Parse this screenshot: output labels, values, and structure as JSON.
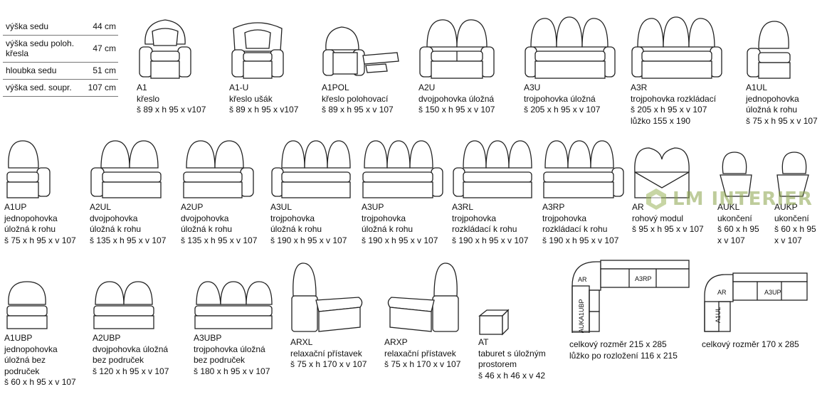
{
  "specs": [
    {
      "label": "výška sedu",
      "value": "44 cm"
    },
    {
      "label": "výška sedu poloh. křesla",
      "value": "47 cm"
    },
    {
      "label": "hloubka sedu",
      "value": "51 cm"
    },
    {
      "label": "výška sed. soupr.",
      "value": "107 cm"
    }
  ],
  "items": {
    "a1": {
      "code": "A1",
      "name": "křeslo",
      "dims": "š 89 x h 95 x v107"
    },
    "a1u": {
      "code": "A1-U",
      "name": "křeslo ušák",
      "dims": "š 89 x h 95 x v107"
    },
    "a1pol": {
      "code": "A1POL",
      "name": "křeslo polohovací",
      "dims": "š 89 x h 95 x v 107"
    },
    "a2u": {
      "code": "A2U",
      "name": "dvojpohovka úložná",
      "dims": "š 150 x h 95 x v 107"
    },
    "a3u": {
      "code": "A3U",
      "name": "trojpohovka úložná",
      "dims": "š 205 x h 95 x v 107"
    },
    "a3r": {
      "code": "A3R",
      "name": "trojpohovka rozkládací",
      "dims": "š 205 x h 95 x v 107",
      "extra": "lůžko 155 x 190"
    },
    "a1ul": {
      "code": "A1UL",
      "name": "jednopohovka",
      "name2": "úložná k rohu",
      "dims": "š 75 x h 95 x v 107"
    },
    "a1up": {
      "code": "A1UP",
      "name": "jednopohovka",
      "name2": "úložná k rohu",
      "dims": "š 75 x h 95 x v 107"
    },
    "a2ul": {
      "code": "A2UL",
      "name": "dvojpohovka",
      "name2": "úložná k rohu",
      "dims": "š 135 x h 95 x v 107"
    },
    "a2up": {
      "code": "A2UP",
      "name": "dvojpohovka",
      "name2": "úložná k rohu",
      "dims": "š 135 x h 95 x v 107"
    },
    "a3ul": {
      "code": "A3UL",
      "name": "trojpohovka",
      "name2": "úložná k rohu",
      "dims": "š 190 x h 95 x v 107"
    },
    "a3up": {
      "code": "A3UP",
      "name": "trojpohovka",
      "name2": "úložná k rohu",
      "dims": "š 190 x h 95 x v 107"
    },
    "a3rl": {
      "code": "A3RL",
      "name": "trojpohovka",
      "name2": "rozkládací k rohu",
      "dims": "š 190 x h 95 x v 107"
    },
    "a3rp": {
      "code": "A3RP",
      "name": "trojpohovka",
      "name2": "rozkládací k rohu",
      "dims": "š 190 x h 95 x v 107"
    },
    "ar": {
      "code": "AR",
      "name": "rohový modul",
      "dims": "š 95 x h 95 x v 107"
    },
    "aukl": {
      "code": "AUKL",
      "name": "ukončení",
      "dims": "š 60 x h 95",
      "dims2": "x v 107"
    },
    "aukp": {
      "code": "AUKP",
      "name": "ukončení",
      "dims": "š 60 x h 95",
      "dims2": "x v 107"
    },
    "a1ubp": {
      "code": "A1UBP",
      "name": "jednopohovka",
      "name2": "úložná bez",
      "name3": "područek",
      "dims": "š 60 x h 95 x v 107"
    },
    "a2ubp": {
      "code": "A2UBP",
      "name": "dvojpohovka úložná",
      "name2": "bez područek",
      "dims": "š 120 x h 95 x v 107"
    },
    "a3ubp": {
      "code": "A3UBP",
      "name": "trojpohovka úložná",
      "name2": "bez područek",
      "dims": "š 180 x h 95 x v 107"
    },
    "arxl": {
      "code": "ARXL",
      "name": "relaxační přístavek",
      "dims": "š 75 x h 170 x v 107"
    },
    "arxp": {
      "code": "ARXP",
      "name": "relaxační přístavek",
      "dims": "š 75 x h 170 x v 107"
    },
    "at": {
      "code": "AT",
      "name": "taburet  s úložným",
      "name2": "prostorem",
      "dims": "š 46 x h 46 x v 42"
    }
  },
  "layouts": {
    "l1": {
      "labels": [
        "AR",
        "A3RP",
        "A1UBP",
        "AUK"
      ],
      "caption": "celkový rozměr 215 x 285",
      "caption2": "lůžko po rozložení 116 x 215"
    },
    "l2": {
      "labels": [
        "AR",
        "A3UP",
        "A1UL"
      ],
      "caption": "celkový rozměr 170 x 285"
    }
  },
  "logo": {
    "text": "LM INTERIER",
    "color": "#8aa34a"
  }
}
